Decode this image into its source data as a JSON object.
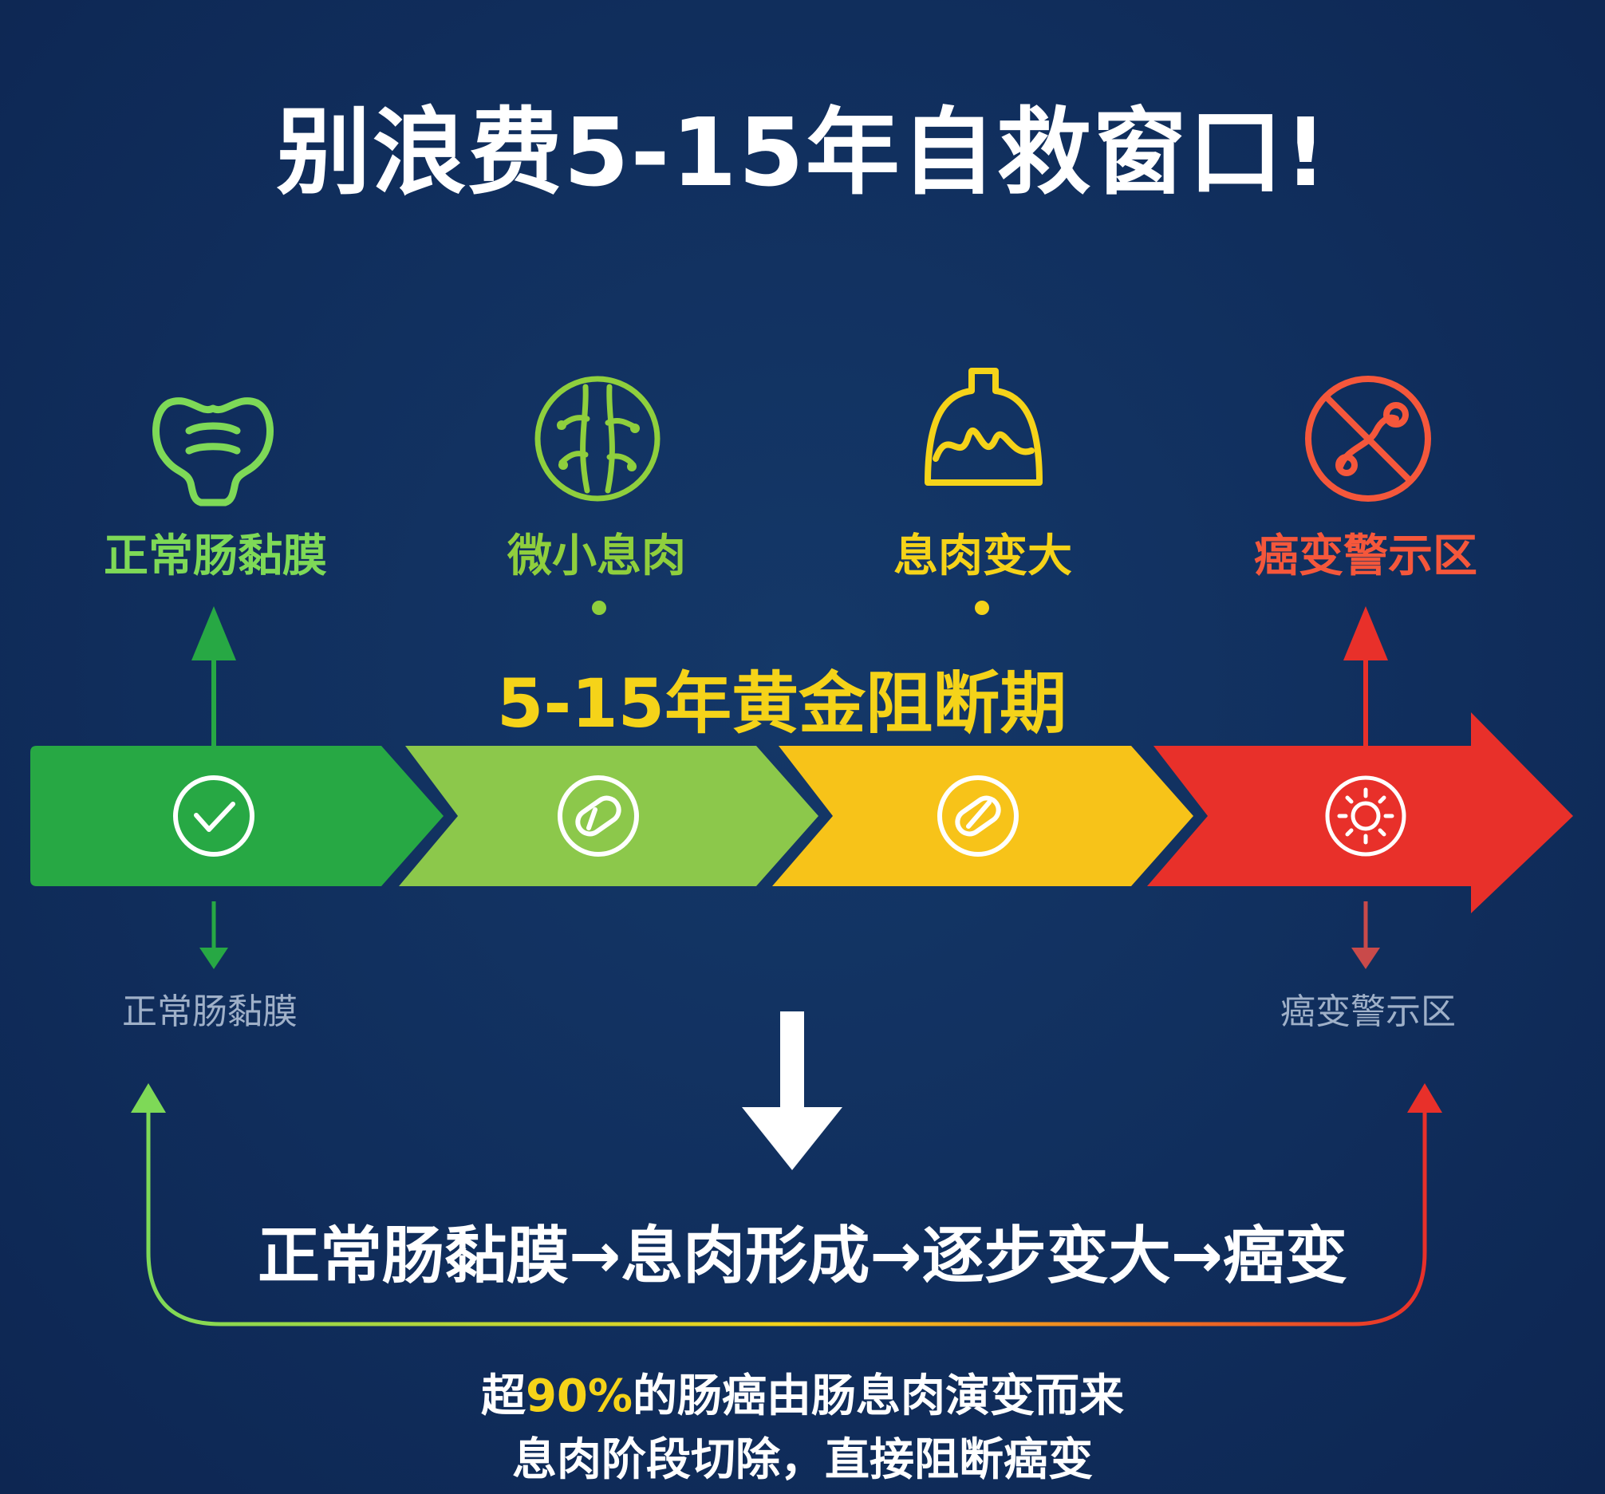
{
  "title": "别浪费5-15年自救窗口!",
  "stages": [
    {
      "label": "正常肠黏膜",
      "icon": "intestine-icon",
      "color": "#7ed957"
    },
    {
      "label": "微小息肉",
      "icon": "micro-polyp-icon",
      "color": "#8fcf3d"
    },
    {
      "label": "息肉变大",
      "icon": "enlarged-polyp-icon",
      "color": "#f5d319"
    },
    {
      "label": "癌变警示区",
      "icon": "cancer-warning-icon",
      "color": "#f5573b"
    }
  ],
  "window_label": "5-15年黄金阻断期",
  "bar_segments": [
    {
      "color": "#27a844",
      "icon": "check-icon"
    },
    {
      "color": "#8cc84b",
      "icon": "pill-icon"
    },
    {
      "color": "#f7c319",
      "icon": "pill-icon"
    },
    {
      "color": "#e8302a",
      "icon": "sun-icon"
    }
  ],
  "sub_labels": {
    "left": "正常肠黏膜",
    "right": "癌变警示区"
  },
  "flow_text": "正常肠黏膜→息肉形成→逐步变大→癌变",
  "footer": {
    "line1_prefix": "超",
    "line1_pct": "90%",
    "line1_suffix": "的肠癌由肠息肉演变而来",
    "line2": "息肉阶段切除，直接阻断癌变"
  }
}
